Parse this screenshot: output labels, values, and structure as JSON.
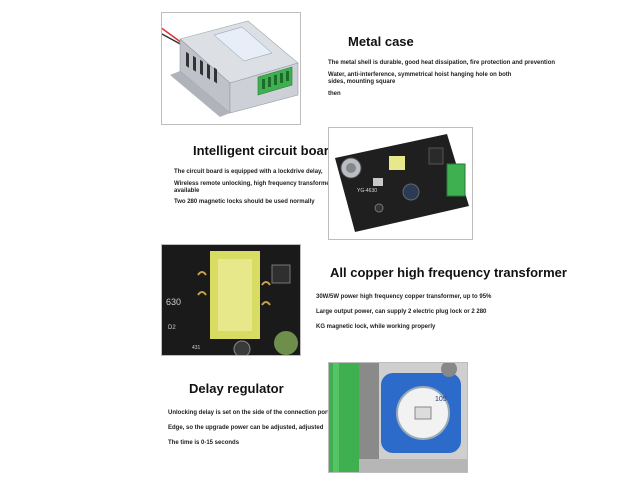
{
  "sections": [
    {
      "heading": "Metal case",
      "lines": [
        "The metal shell is durable, good heat dissipation, fire protection and prevention",
        "Water, anti-interference, symmetrical hoist hanging hole on both sides, mounting square",
        "then"
      ]
    },
    {
      "heading": "Intelligent circuit board",
      "lines": [
        "The circuit board is equipped with a lockdrive delay,",
        "Wireless remote unlocking, high frequency transformer available",
        "Two 280 magnetic locks should be used normally"
      ]
    },
    {
      "heading": "All copper high frequency transformer",
      "lines": [
        "30W/5W power high frequency copper transformer, up to 95%",
        "Large output power, can supply 2 electric plug lock or 2 280",
        "KG magnetic lock, while working properly"
      ]
    },
    {
      "heading": "Delay regulator",
      "lines": [
        "Unlocking delay is set on the side of the connection port",
        "Edge, so the upgrade power can be adjusted, adjusted",
        "The time is 0-15 seconds"
      ]
    }
  ],
  "images": {
    "case": "metal-case-photo",
    "board": "circuit-board-photo",
    "transformer": "transformer-photo",
    "regulator": "potentiometer-photo"
  },
  "board_silkscreen": "YG-4630",
  "transformer_silkscreen": [
    "630",
    "D2",
    "431"
  ],
  "regulator_silkscreen": "105",
  "colors": {
    "case": "#c9ccd2",
    "terminal": "#3fb04f",
    "pcb": "#1f1f1f",
    "transformer_core": "#e6e88a",
    "regulator_pot": "#2c6bc9"
  }
}
